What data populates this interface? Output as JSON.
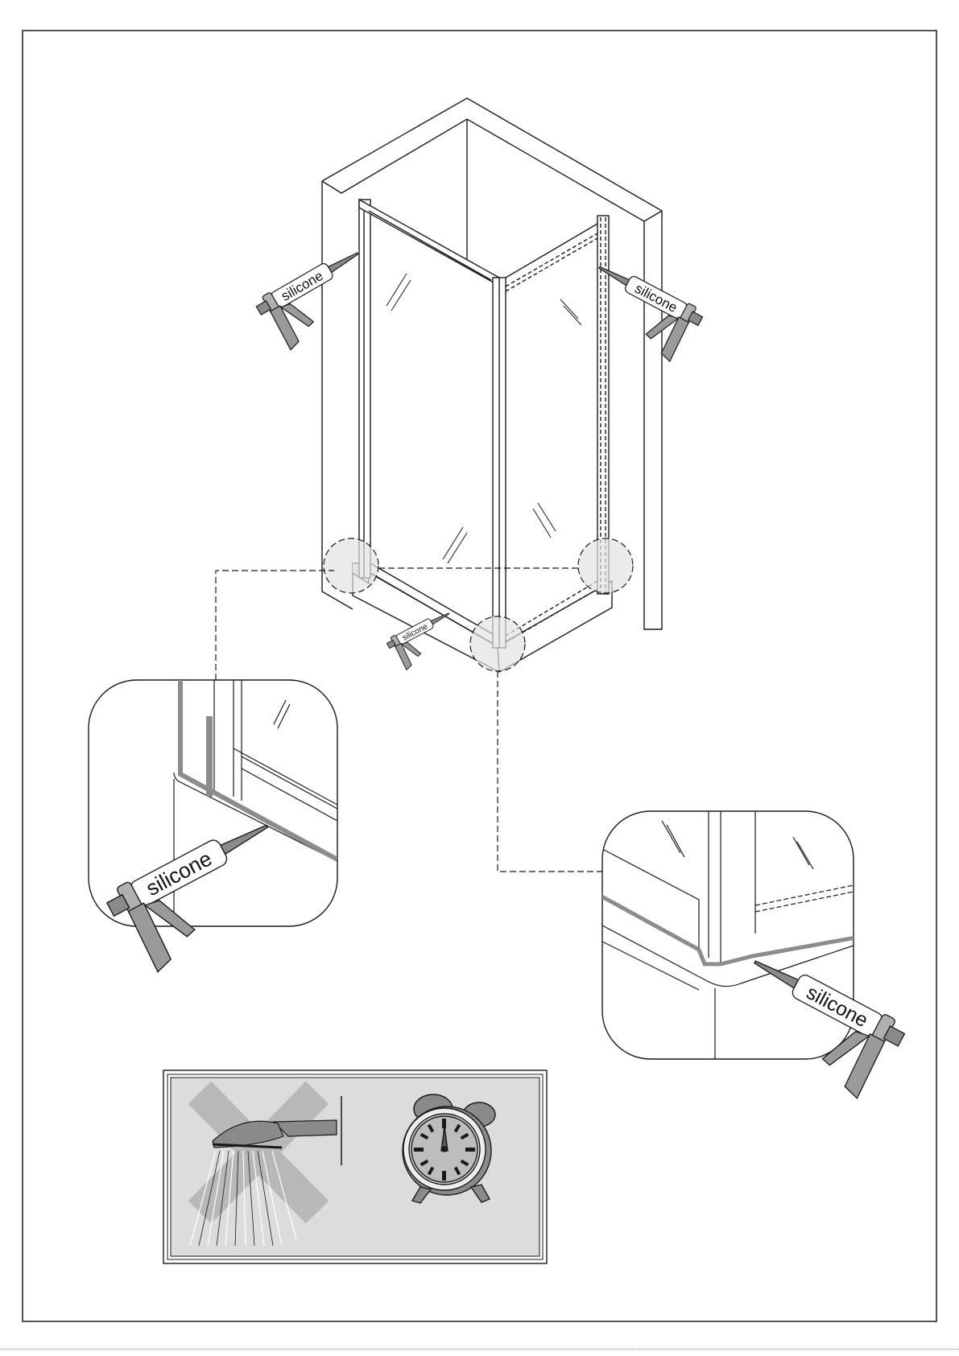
{
  "labels": {
    "gun_left": "silicone",
    "gun_right": "silicone",
    "gun_small": "silicone",
    "detail_left_gun": "silicone",
    "detail_right_gun": "silicone"
  },
  "icons": {
    "gun": "silicone-gun-icon",
    "shower": "no-shower-icon",
    "clock": "alarm-clock-icon"
  },
  "colors": {
    "line": "#1a1a1a",
    "fill_gray": "#d9d9d9",
    "sealant": "#8c8c8c",
    "panel_gray": "#dcdcdc"
  }
}
